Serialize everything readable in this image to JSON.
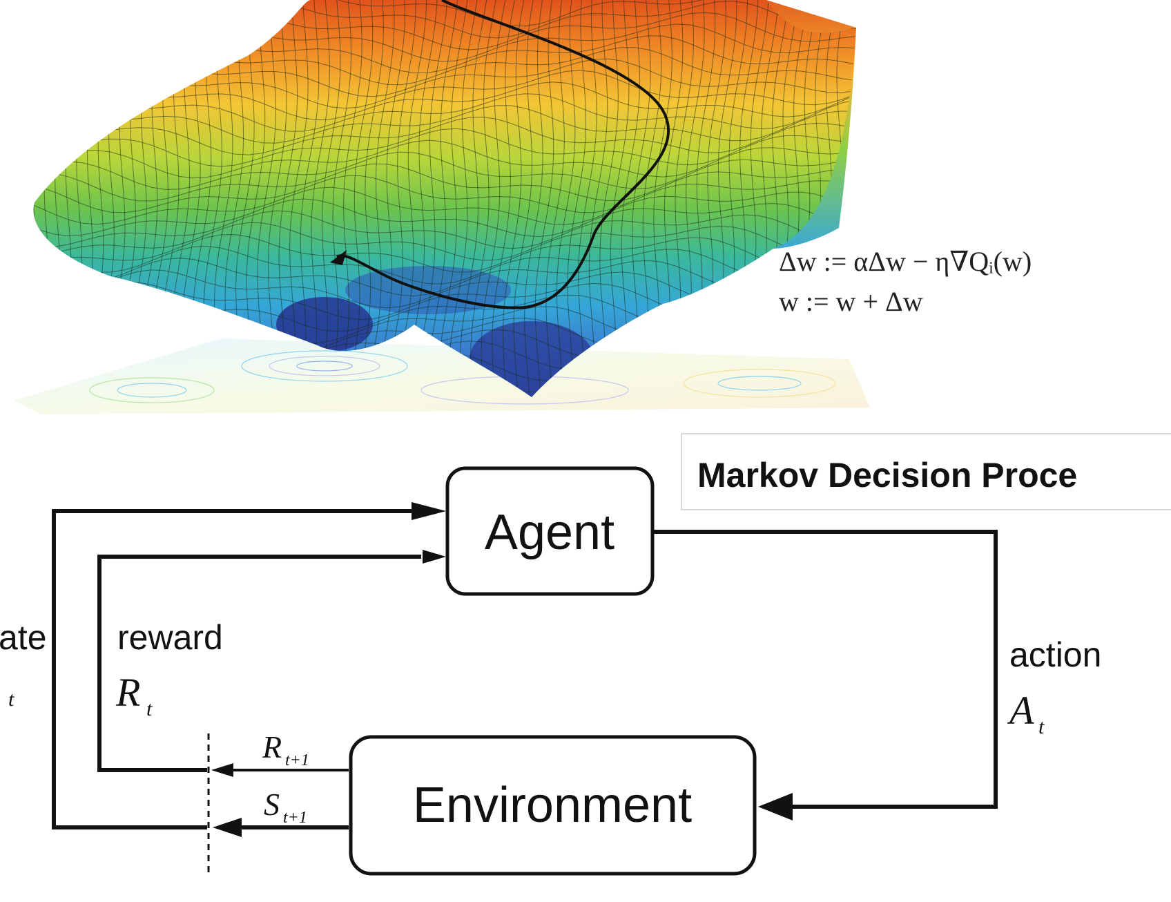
{
  "landscape": {
    "grid_colors": [
      "#d94a1c",
      "#f07f24",
      "#f5c433",
      "#c8d93a",
      "#7cc64b",
      "#3fb99a",
      "#36a9d8",
      "#3a7fcf",
      "#2f4fa8"
    ],
    "path_color": "#111111",
    "contour_colors": [
      "#8fd3f0",
      "#b9e6a8",
      "#f4e39a",
      "#c6c8ef"
    ]
  },
  "equations": {
    "line1": "Δw := αΔw − η∇Qᵢ(w)",
    "line2": "w := w + Δw"
  },
  "title": "Markov Decision Proce",
  "agent_label": "Agent",
  "environment_label": "Environment",
  "labels": {
    "state_word": "ate",
    "state_sym_sub": "t",
    "reward_word": "reward",
    "reward_sym": "R",
    "reward_sub": "t",
    "action_word": "action",
    "action_sym": "A",
    "action_sub": "t",
    "next_reward_sym": "R",
    "next_reward_sub": "t+1",
    "next_state_sym": "S",
    "next_state_sub": "t+1"
  },
  "colors": {
    "line": "#111111",
    "box_border": "#111111",
    "title_bg": "#ffffff",
    "title_border": "#d8d8d8"
  }
}
